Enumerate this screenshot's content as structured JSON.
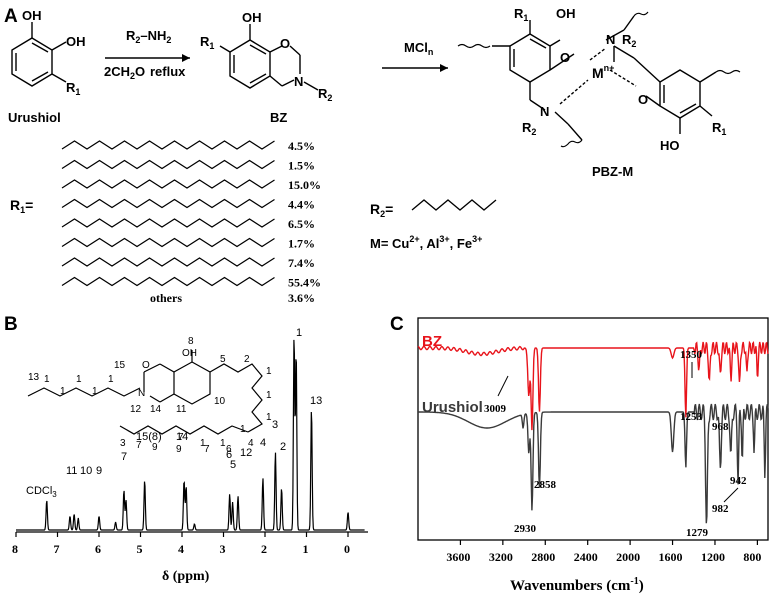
{
  "panelA": {
    "label": "A",
    "urushiol_name": "Urushiol",
    "oh1": "OH",
    "oh2": "OH",
    "r1_sub": "R",
    "r1_sub_index": "1",
    "reagent1_R": "R",
    "reagent1_idx": "2",
    "reagent1_rest": "–NH",
    "reagent1_idx2": "2",
    "reagent2_pre": "2CH",
    "reagent2_idx": "2",
    "reagent2_post": "O",
    "reagent_reflux": "reflux",
    "bz_name": "BZ",
    "bz_oh": "OH",
    "bz_o": "O",
    "bz_n": "N",
    "bz_r1": "R",
    "bz_r1_idx": "1",
    "bz_r2": "R",
    "bz_r2_idx": "2",
    "mcl_pre": "MCl",
    "mcl_sub": "n",
    "pbz_name": "PBZ-M",
    "pbz_r1": "R",
    "pbz_r1_idx": "1",
    "pbz_oh": "OH",
    "pbz_o": "O",
    "pbz_n": "N",
    "pbz_r2": "R",
    "pbz_r2_idx": "2",
    "pbz_m": "M",
    "pbz_charge": "n+",
    "pbz_ho": "HO",
    "pbz_r1b": "R",
    "pbz_r1b_idx": "1",
    "pbz_nb": "N",
    "pbz_ob": "O",
    "pbz_r2b": "R",
    "pbz_r2b_idx": "2",
    "r1_eq_pre": "R",
    "r1_eq_idx": "1",
    "r1_eq_post": "=",
    "chains": [
      "4.5%",
      "1.5%",
      "15.0%",
      "4.4%",
      "6.5%",
      "1.7%",
      "7.4%",
      "55.4%"
    ],
    "others_label": "others",
    "others_pct": "3.6%",
    "r2_eq_pre": "R",
    "r2_eq_idx": "2",
    "r2_eq_post": "=",
    "m_eq": "M= Cu",
    "m_cu": "2+",
    "m_al": ", Al",
    "m_al_sup": "3+",
    "m_fe": ", Fe",
    "m_fe_sup": "3+"
  },
  "panelB": {
    "label": "B",
    "xlabel": "δ (ppm)",
    "xticks": [
      "8",
      "7",
      "6",
      "5",
      "4",
      "3",
      "2",
      "1",
      "0"
    ],
    "peak_labels": [
      "CDCl",
      "11",
      "10",
      "9",
      "7",
      "15(8)",
      "14",
      "6",
      "5",
      "12",
      "4",
      "3",
      "2",
      "1",
      "13"
    ],
    "cdcl_sub": "3",
    "struct_labels": [
      "8",
      "OH",
      "15",
      "O",
      "N",
      "14",
      "12",
      "11",
      "10",
      "5",
      "2",
      "13",
      "1",
      "1",
      "1",
      "1",
      "1",
      "1",
      "1",
      "1",
      "1",
      "1",
      "1",
      "3",
      "7",
      "9",
      "9",
      "7",
      "6",
      "7",
      "4"
    ]
  },
  "panelC": {
    "label": "C",
    "xlabel": "Wavenumbers (cm",
    "xlabel_sup": "-1",
    "xlabel_end": ")",
    "xticks": [
      "3600",
      "3200",
      "2800",
      "2400",
      "2000",
      "1600",
      "1200",
      "800"
    ],
    "series": [
      {
        "name": "BZ",
        "color": "#e8141b"
      },
      {
        "name": "Urushiol",
        "color": "#3a3a3a"
      }
    ],
    "annotations": [
      "3009",
      "2858",
      "2930",
      "1350",
      "1253",
      "968",
      "1279",
      "982",
      "942"
    ]
  }
}
